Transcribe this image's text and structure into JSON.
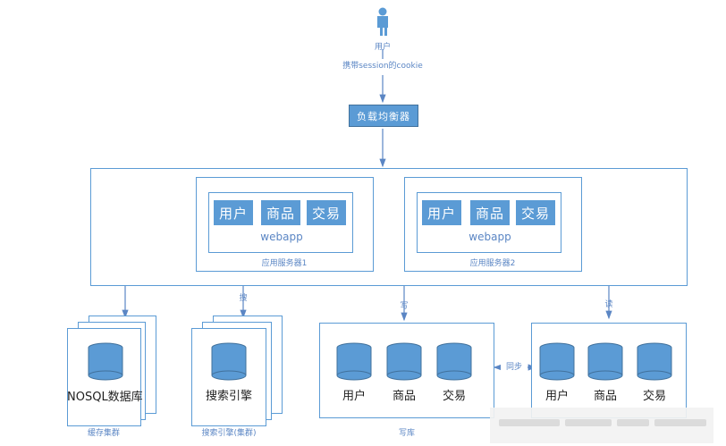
{
  "top": {
    "user_label": "用户",
    "cookie_label": "携带session的cookie",
    "lb_label": "负载均衡器"
  },
  "servers": {
    "one": {
      "items": [
        "用户",
        "商品",
        "交易"
      ],
      "webapp": "webapp",
      "name": "应用服务器1"
    },
    "two": {
      "items": [
        "用户",
        "商品",
        "交易"
      ],
      "webapp": "webapp",
      "name": "应用服务器2"
    }
  },
  "connectors": {
    "search": "搜",
    "write": "写",
    "read": "读",
    "sync": "同步"
  },
  "bottom": {
    "nosql": {
      "label": "NOSQL数据库",
      "caption": "缓存集群"
    },
    "search": {
      "label": "搜索引擎",
      "caption": "搜索引擎(集群)"
    },
    "write_db": {
      "items": [
        "用户",
        "商品",
        "交易"
      ],
      "caption": "写库"
    },
    "read_db": {
      "items": [
        "用户",
        "商品",
        "交易"
      ]
    }
  },
  "colors": {
    "accent": "#5b9bd5",
    "accent_dark": "#41719c",
    "text_blue": "#5b86c4",
    "watermark": "#f2f2f2"
  },
  "icons": {
    "person": "user-figure-icon",
    "database": "database-cylinder-icon"
  }
}
